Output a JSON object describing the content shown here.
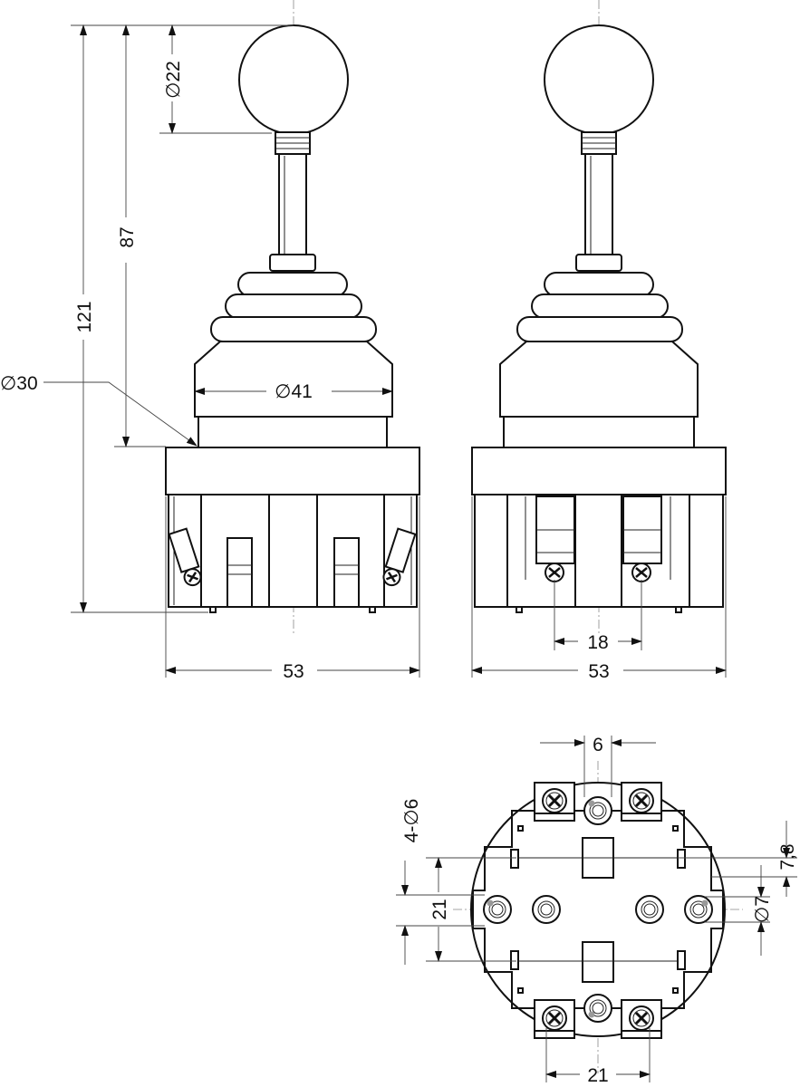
{
  "dimensions": {
    "ball_dia": "∅22",
    "lever_height": "87",
    "total_height": "121",
    "neck_dia": "∅30",
    "boot_dia": "∅41",
    "width_left": "53",
    "width_right": "53",
    "terminal_pitch": "18",
    "top_slot": "6",
    "holes": "4-∅6",
    "vertical_pitch": "21",
    "offset": "7,8",
    "hole_dia": "∅7",
    "bottom_pitch": "21"
  }
}
